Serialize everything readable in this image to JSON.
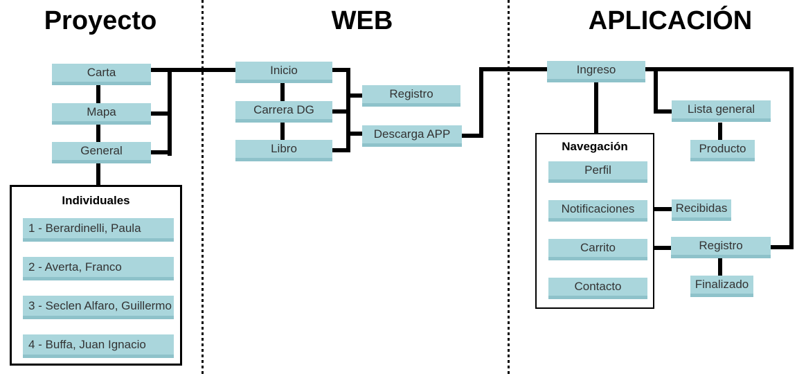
{
  "colors": {
    "box_fill": "#aad6dc",
    "box_edge": "#8ec2ca",
    "connector": "#000000"
  },
  "sections": {
    "proyecto": {
      "title": "Proyecto",
      "nodes": {
        "carta": "Carta",
        "mapa": "Mapa",
        "general": "General"
      },
      "individuales": {
        "title": "Individuales",
        "items": [
          "1 - Berardinelli, Paula",
          "2 - Averta, Franco",
          "3 - Seclen Alfaro, Guillermo",
          "4 - Buffa, Juan Ignacio"
        ]
      }
    },
    "web": {
      "title": "WEB",
      "nodes": {
        "inicio": "Inicio",
        "carrera_dg": "Carrera DG",
        "libro": "Libro",
        "registro": "Registro",
        "descarga_app": "Descarga APP"
      }
    },
    "aplicacion": {
      "title": "APLICACIÓN",
      "nodes": {
        "ingreso": "Ingreso",
        "lista_general": "Lista general",
        "producto": "Producto",
        "recibidas": "Recibidas",
        "registro": "Registro",
        "finalizado": "Finalizado"
      },
      "navegacion": {
        "title": "Navegación",
        "items": [
          "Perfil",
          "Notificaciones",
          "Carrito",
          "Contacto"
        ]
      }
    }
  }
}
